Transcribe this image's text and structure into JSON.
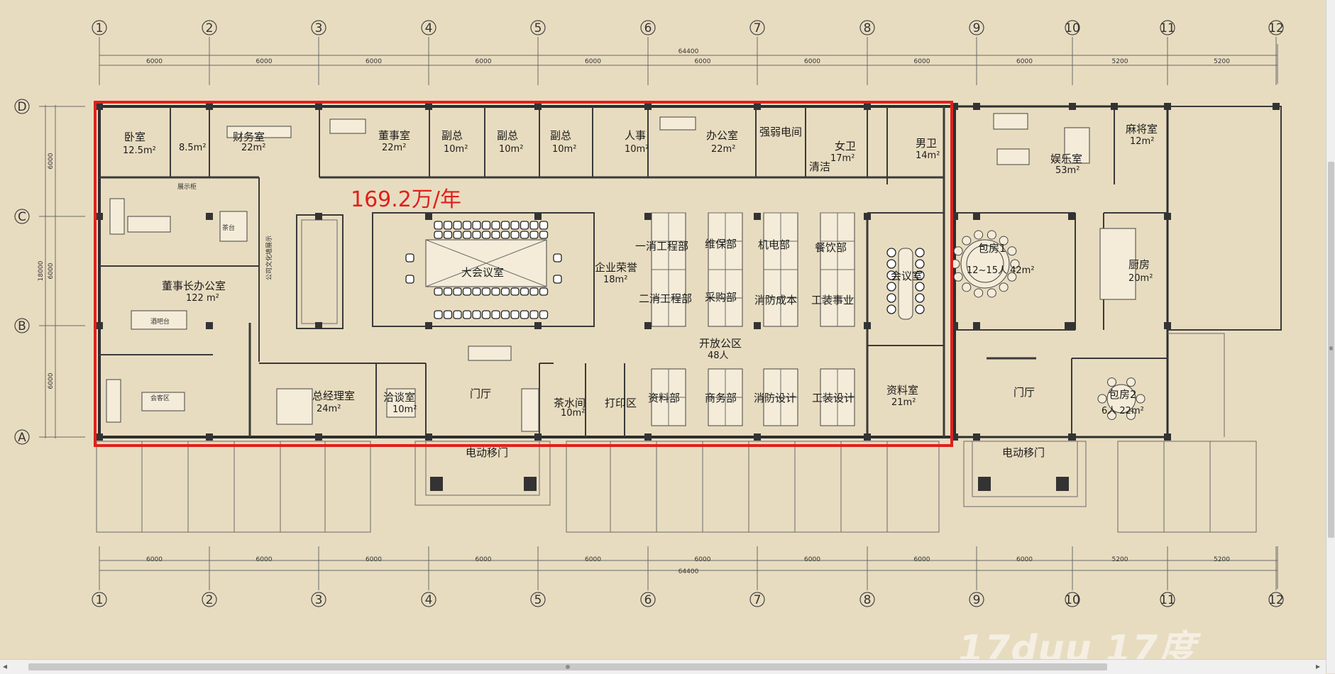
{
  "rent_label": "169.2万/年",
  "watermark": "17duu 17度",
  "axes_top": [
    "1",
    "2",
    "3",
    "4",
    "5",
    "6",
    "7",
    "8",
    "9",
    "10",
    "11",
    "12"
  ],
  "axes_bottom": [
    "1",
    "2",
    "3",
    "4",
    "5",
    "6",
    "7",
    "8",
    "9",
    "10",
    "11",
    "12"
  ],
  "axes_left": [
    "D",
    "C",
    "B",
    "A"
  ],
  "dims_top": [
    "6000",
    "6000",
    "6000",
    "6000",
    "6000",
    "6000",
    "6000",
    "6000",
    "6000",
    "5200",
    "5200",
    "6000"
  ],
  "dim_total": "64400",
  "dims_left": [
    "6000",
    "18000",
    "6000",
    "6000"
  ],
  "dims_bottom": [
    "6000",
    "6000",
    "6000",
    "6000",
    "6000",
    "6000",
    "6000",
    "6000",
    "6000",
    "5200",
    "5200",
    "6000"
  ],
  "dim_total_bottom": "64400",
  "rooms": {
    "bedroom": {
      "name": "卧室",
      "area": "12.5m²"
    },
    "small": {
      "area": "8.5m²"
    },
    "finance": {
      "name": "财务室",
      "area": "22m²"
    },
    "chairman_room": {
      "name": "董事室",
      "area": "22m²"
    },
    "vp1": {
      "name": "副总",
      "area": "10m²"
    },
    "vp2": {
      "name": "副总",
      "area": "10m²"
    },
    "vp3": {
      "name": "副总",
      "area": "10m²"
    },
    "hr": {
      "name": "人事",
      "area": "10m²"
    },
    "office": {
      "name": "办公室",
      "area": "22m²"
    },
    "elec": {
      "name": "强弱电间"
    },
    "women_wc": {
      "name": "女卫",
      "area": "17m²"
    },
    "cleaning": {
      "name": "清洁"
    },
    "men_wc": {
      "name": "男卫",
      "area": "14m²"
    },
    "entertain": {
      "name": "娱乐室",
      "area": "53m²"
    },
    "mahjong": {
      "name": "麻将室",
      "area": "12m²"
    },
    "chairman_office": {
      "name": "董事长办公室",
      "area": "122 m²"
    },
    "big_meeting": {
      "name": "大会议室"
    },
    "honor": {
      "name": "企业荣誉",
      "area": "18m²"
    },
    "eng1": {
      "name": "一消工程部"
    },
    "maint": {
      "name": "维保部"
    },
    "mech": {
      "name": "机电部"
    },
    "catering": {
      "name": "餐饮部"
    },
    "eng2": {
      "name": "二消工程部"
    },
    "purchase": {
      "name": "采购部"
    },
    "fire_cost": {
      "name": "消防成本"
    },
    "fitout": {
      "name": "工装事业"
    },
    "open_office": {
      "name": "开放公区",
      "area": "48人"
    },
    "meeting": {
      "name": "会议室"
    },
    "private1": {
      "name": "包房1",
      "area": "12~15人 42m²"
    },
    "kitchen": {
      "name": "厨房",
      "area": "20m²"
    },
    "gm": {
      "name": "总经理室",
      "area": "24m²"
    },
    "negotiate": {
      "name": "洽谈室",
      "area": "10m²"
    },
    "lobby": {
      "name": "门厅"
    },
    "tea": {
      "name": "茶水间",
      "area": "10m²"
    },
    "print": {
      "name": "打印区"
    },
    "data_dept": {
      "name": "资料部"
    },
    "business": {
      "name": "商务部"
    },
    "fire_design": {
      "name": "消防设计"
    },
    "fitout_design": {
      "name": "工装设计"
    },
    "archive": {
      "name": "资料室",
      "area": "21m²"
    },
    "lobby2": {
      "name": "门厅"
    },
    "private2": {
      "name": "包房2",
      "area": "6人 22m²"
    },
    "door1": {
      "name": "电动移门"
    },
    "door2": {
      "name": "电动移门"
    }
  },
  "small_labels": {
    "bar": "酒吧台",
    "tea_table": "茶台",
    "reception": "会客区",
    "display": "展示柜",
    "culture_wall": "公司文化墙展示"
  },
  "colors": {
    "background": "#e8dcc0",
    "highlight": "#e0201c"
  }
}
